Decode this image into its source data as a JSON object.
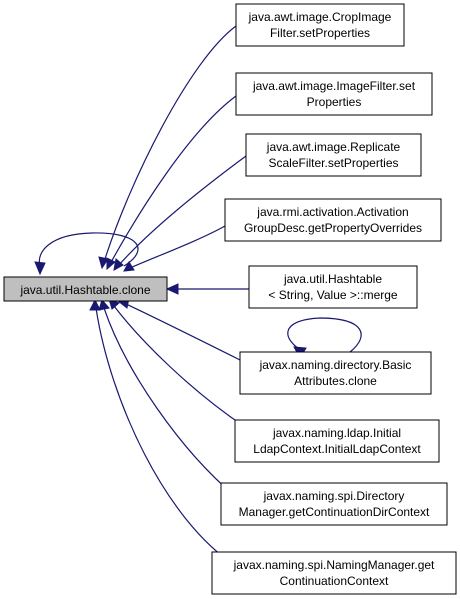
{
  "diagram": {
    "root": {
      "lines": [
        "java.util.Hashtable.clone"
      ]
    },
    "callers": [
      {
        "lines": [
          "java.awt.image.CropImage",
          "Filter.setProperties"
        ]
      },
      {
        "lines": [
          "java.awt.image.ImageFilter.set",
          "Properties"
        ]
      },
      {
        "lines": [
          "java.awt.image.Replicate",
          "ScaleFilter.setProperties"
        ]
      },
      {
        "lines": [
          "java.rmi.activation.Activation",
          "GroupDesc.getPropertyOverrides"
        ]
      },
      {
        "lines": [
          "java.util.Hashtable",
          "< String, Value >::merge"
        ]
      },
      {
        "lines": [
          "javax.naming.directory.Basic",
          "Attributes.clone"
        ]
      },
      {
        "lines": [
          "javax.naming.ldap.Initial",
          "LdapContext.InitialLdapContext"
        ]
      },
      {
        "lines": [
          "javax.naming.spi.Directory",
          "Manager.getContinuationDirContext"
        ]
      },
      {
        "lines": [
          "javax.naming.spi.NamingManager.get",
          "ContinuationContext"
        ]
      }
    ],
    "colors": {
      "edge": "#191970",
      "root_fill": "#bfbfbf",
      "node_fill": "#ffffff",
      "border": "#000000"
    }
  }
}
